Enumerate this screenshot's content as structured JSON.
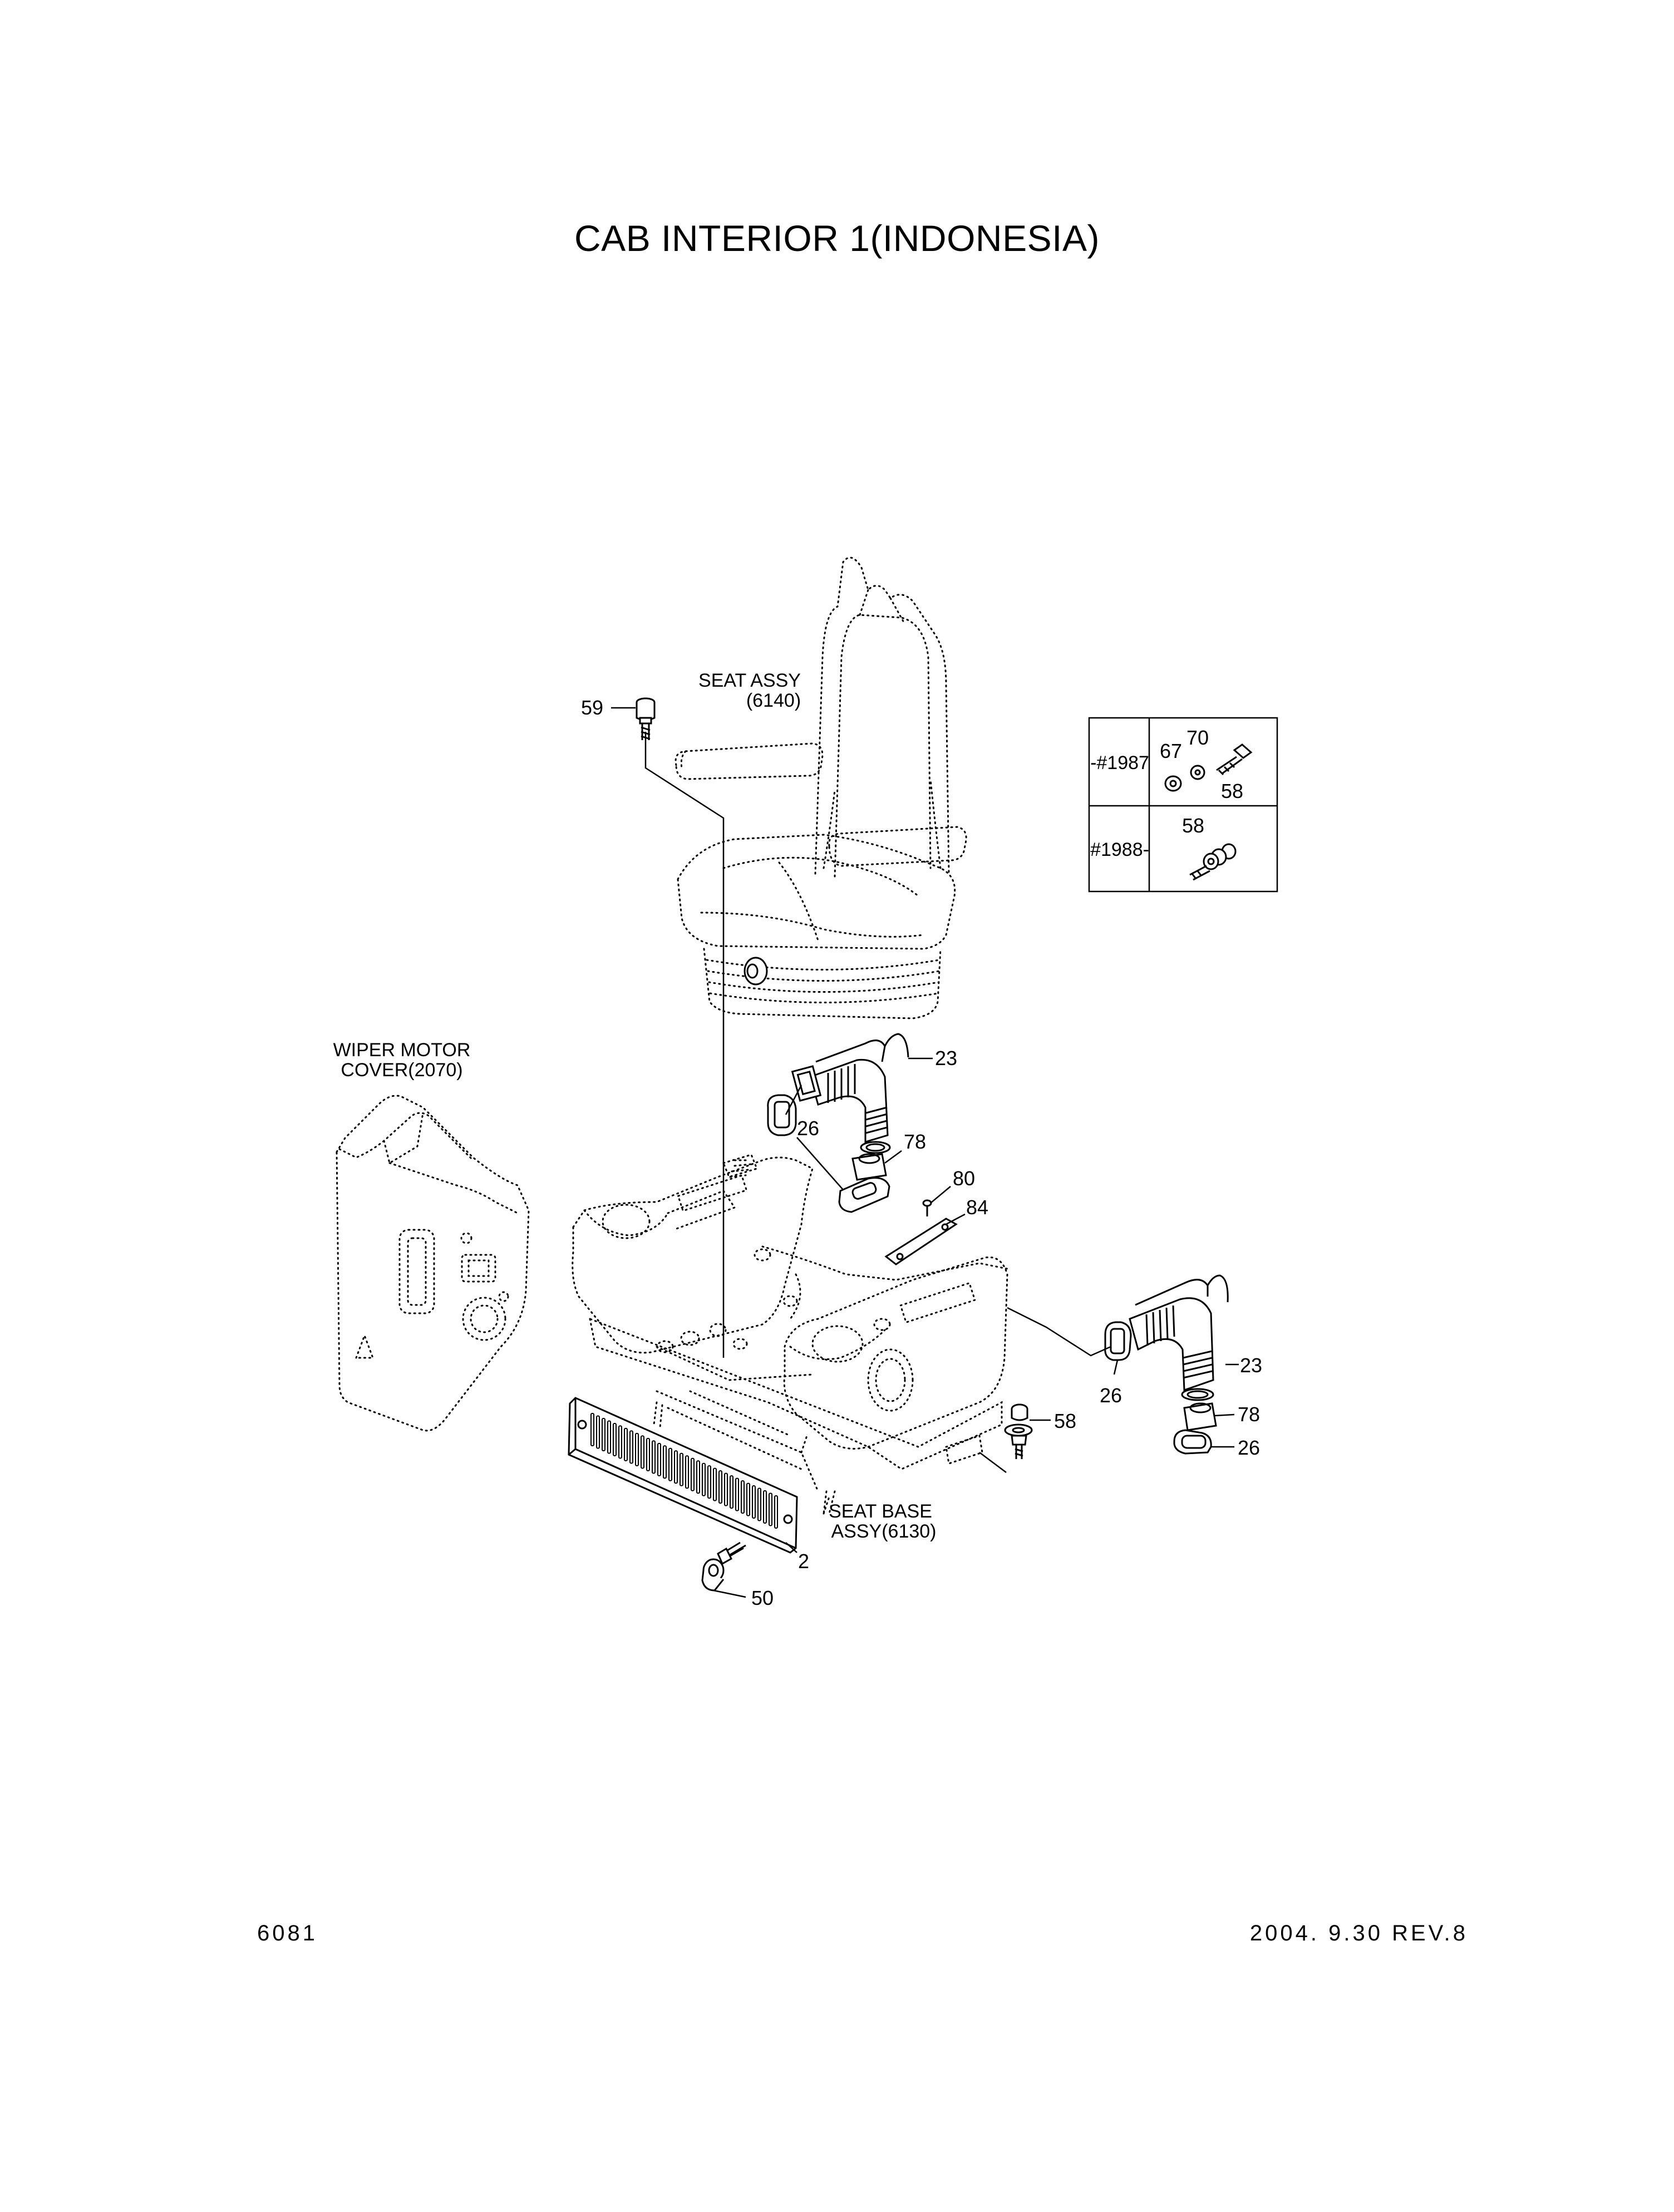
{
  "title": "CAB INTERIOR 1(INDONESIA)",
  "footer": {
    "page_number": "6081",
    "date_revision": "2004. 9.30  REV.8"
  },
  "assemblies": {
    "seat_assy": [
      "SEAT ASSY",
      "(6140)"
    ],
    "wiper_motor_cover": [
      "WIPER MOTOR",
      "COVER(2070)"
    ],
    "seat_base_assy": [
      "SEAT BASE",
      "ASSY(6130)"
    ]
  },
  "variant_table": {
    "row1_label": "-#1987",
    "row1_parts": [
      "67",
      "70",
      "58"
    ],
    "row2_label": "#1988-",
    "row2_parts": [
      "58"
    ]
  },
  "callouts": {
    "p59": "59",
    "p23a": "23",
    "p26a": "26",
    "p78a": "78",
    "p80": "80",
    "p84": "84",
    "p23b": "23",
    "p26b": "26",
    "p78b": "78",
    "p26c": "26",
    "p58": "58",
    "p2": "2",
    "p50": "50"
  }
}
